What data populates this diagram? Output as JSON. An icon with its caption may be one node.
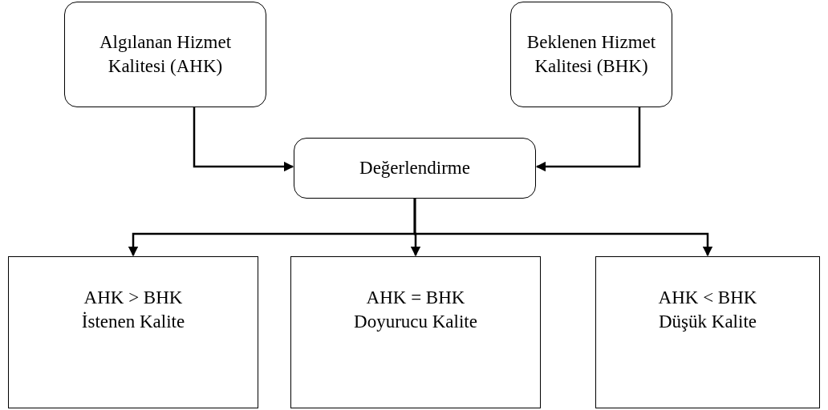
{
  "diagram": {
    "nodes": [
      {
        "text": [
          "Algılanan Hizmet Kalitesi (AHK)"
        ]
      },
      {
        "text": [
          "Beklenen Hizmet Kalitesi (BHK)"
        ]
      },
      {
        "text": [
          "Değerlendirme"
        ]
      },
      {
        "text": [
          "AHK > BHK",
          "İstenen Kalite"
        ]
      },
      {
        "text": [
          "AHK = BHK",
          "Doyurucu Kalite"
        ]
      },
      {
        "text": [
          "AHK < BHK",
          "Düşük Kalite"
        ]
      }
    ],
    "edges": [
      {
        "from": 0,
        "to": 2,
        "arrow": "to"
      },
      {
        "from": 1,
        "to": 2,
        "arrow": "to"
      },
      {
        "from": 2,
        "to": 3,
        "arrow": "to"
      },
      {
        "from": 2,
        "to": 4,
        "arrow": "to"
      },
      {
        "from": 2,
        "to": 5,
        "arrow": "to"
      }
    ]
  }
}
